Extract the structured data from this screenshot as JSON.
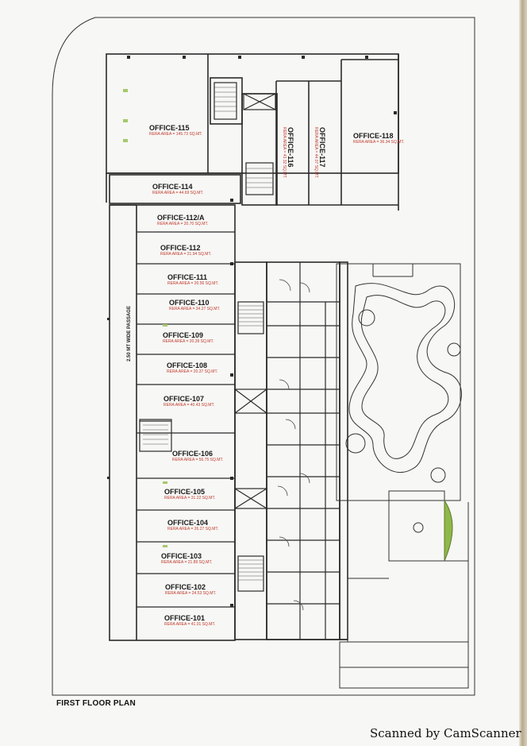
{
  "plan_title": "FIRST FLOOR PLAN",
  "watermark": "Scanned by CamScanner",
  "passage_label": "2.50 MT WIDE PASSAGE",
  "offices": [
    {
      "id": "o115",
      "name": "OFFICE-115",
      "area": "RERA AREA = 145.73 SQ.MT."
    },
    {
      "id": "o116",
      "name": "OFFICE-116",
      "area": "RERA AREA = 43.32 SQ.MT."
    },
    {
      "id": "o117",
      "name": "OFFICE-117",
      "area": "RERA AREA = 44.07 SQ.MT."
    },
    {
      "id": "o118",
      "name": "OFFICE-118",
      "area": "RERA AREA = 36.34 SQ.MT."
    },
    {
      "id": "o114",
      "name": "OFFICE-114",
      "area": "RERA AREA = 44.69 SQ.MT."
    },
    {
      "id": "o112a",
      "name": "OFFICE-112/A",
      "area": "RERA AREA = 20.70 SQ.MT."
    },
    {
      "id": "o112",
      "name": "OFFICE-112",
      "area": "RERA AREA = 21.94 SQ.MT."
    },
    {
      "id": "o111",
      "name": "OFFICE-111",
      "area": "RERA AREA = 20.56 SQ.MT."
    },
    {
      "id": "o110",
      "name": "OFFICE-110",
      "area": "RERA AREA = 34.27 SQ.MT."
    },
    {
      "id": "o109",
      "name": "OFFICE-109",
      "area": "RERA AREA = 20.39 SQ.MT."
    },
    {
      "id": "o108",
      "name": "OFFICE-108",
      "area": "RERA AREA = 20.37 SQ.MT."
    },
    {
      "id": "o107",
      "name": "OFFICE-107",
      "area": "RERA AREA = 40.43 SQ.MT."
    },
    {
      "id": "o106",
      "name": "OFFICE-106",
      "area": "RERA AREA = 56.75 SQ.MT."
    },
    {
      "id": "o105",
      "name": "OFFICE-105",
      "area": "RERA AREA = 31.22 SQ.MT."
    },
    {
      "id": "o104",
      "name": "OFFICE-104",
      "area": "RERA AREA = 26.27 SQ.MT."
    },
    {
      "id": "o103",
      "name": "OFFICE-103",
      "area": "RERA AREA = 21.89 SQ.MT."
    },
    {
      "id": "o102",
      "name": "OFFICE-102",
      "area": "RERA AREA = 24.53 SQ.MT."
    },
    {
      "id": "o101",
      "name": "OFFICE-101",
      "area": "RERA AREA = 41.01 SQ.MT."
    }
  ],
  "colors": {
    "line": "#2a2a2a",
    "office_name": "#1a1a1a",
    "rera_text": "#c0392b",
    "green_accent": "#8fb84a",
    "paper": "#f7f7f5"
  }
}
